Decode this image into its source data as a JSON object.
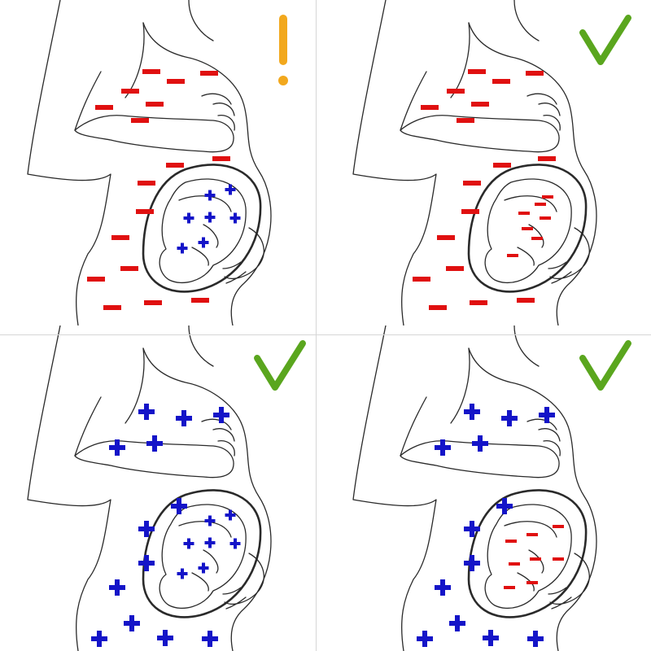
{
  "colors": {
    "minus": "#e01010",
    "plus": "#1414c8",
    "check": "#5aa61e",
    "warning": "#f2a81d",
    "outline": "#2a2a2a",
    "divider": "#d6d6d6"
  },
  "panels": [
    {
      "id": "top-left",
      "mother": "negative",
      "baby": "positive",
      "status_icon": "exclamation-icon",
      "status": "warning"
    },
    {
      "id": "top-right",
      "mother": "negative",
      "baby": "negative",
      "status_icon": "checkmark-icon",
      "status": "ok"
    },
    {
      "id": "bottom-left",
      "mother": "positive",
      "baby": "positive",
      "status_icon": "checkmark-icon",
      "status": "ok"
    },
    {
      "id": "bottom-right",
      "mother": "positive",
      "baby": "negative",
      "status_icon": "checkmark-icon",
      "status": "ok"
    }
  ]
}
